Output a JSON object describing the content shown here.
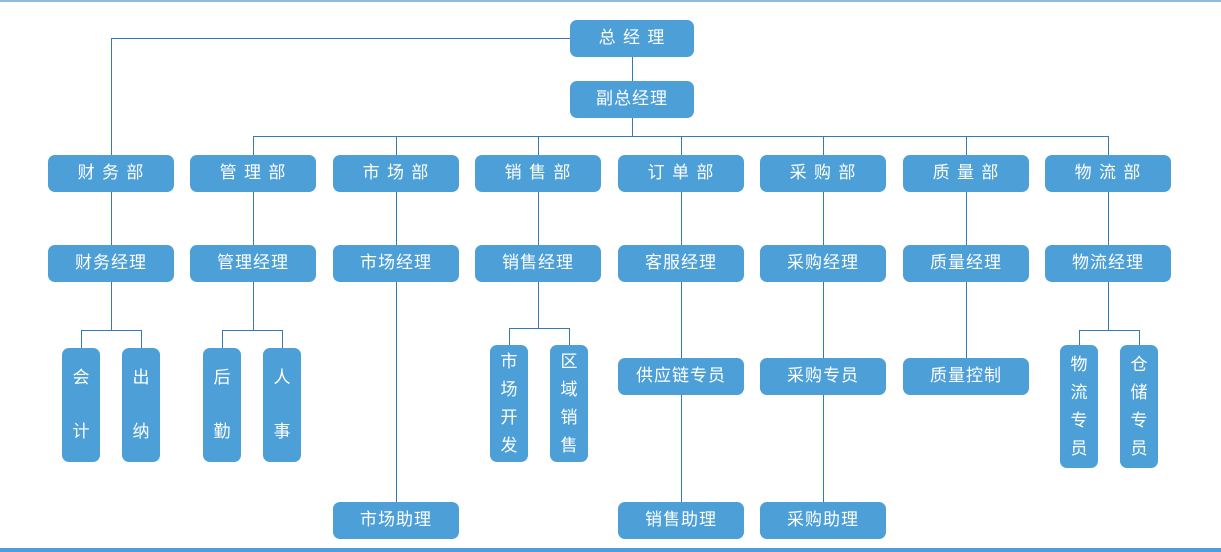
{
  "diagram_type": "organization-chart",
  "colors": {
    "node_fill": "#4C9FD7",
    "node_text": "#FFFFFF",
    "connector": "#3579B8",
    "page_edge": "#4C9FD7",
    "page_edge_light": "#8FBBE0"
  },
  "nodes": {
    "general_manager": "总 经 理",
    "deputy_general_manager": "副总经理",
    "finance_dept": "财 务 部",
    "management_dept": "管 理 部",
    "market_dept": "市 场 部",
    "sales_dept": "销 售 部",
    "order_dept": "订 单 部",
    "procurement_dept": "采 购 部",
    "quality_dept": "质 量 部",
    "logistics_dept": "物 流 部",
    "finance_manager": "财务经理",
    "management_manager": "管理经理",
    "market_manager": "市场经理",
    "sales_manager": "销售经理",
    "customer_service_manager": "客服经理",
    "procurement_manager": "采购经理",
    "quality_manager": "质量经理",
    "logistics_manager": "物流经理",
    "accountant": "会计",
    "cashier": "出纳",
    "back_office": "后勤",
    "hr": "人事",
    "market_development": "市场开发",
    "regional_sales": "区域销售",
    "supply_chain_specialist": "供应链专员",
    "procurement_specialist": "采购专员",
    "quality_control": "质量控制",
    "logistics_specialist": "物流专员",
    "warehouse_specialist": "仓储专员",
    "market_assistant": "市场助理",
    "sales_assistant": "销售助理",
    "procurement_assistant": "采购助理"
  },
  "edges": [
    [
      "general_manager",
      "finance_dept"
    ],
    [
      "general_manager",
      "deputy_general_manager"
    ],
    [
      "deputy_general_manager",
      "management_dept"
    ],
    [
      "deputy_general_manager",
      "market_dept"
    ],
    [
      "deputy_general_manager",
      "sales_dept"
    ],
    [
      "deputy_general_manager",
      "order_dept"
    ],
    [
      "deputy_general_manager",
      "procurement_dept"
    ],
    [
      "deputy_general_manager",
      "quality_dept"
    ],
    [
      "deputy_general_manager",
      "logistics_dept"
    ],
    [
      "finance_dept",
      "finance_manager"
    ],
    [
      "management_dept",
      "management_manager"
    ],
    [
      "market_dept",
      "market_manager"
    ],
    [
      "sales_dept",
      "sales_manager"
    ],
    [
      "order_dept",
      "customer_service_manager"
    ],
    [
      "procurement_dept",
      "procurement_manager"
    ],
    [
      "quality_dept",
      "quality_manager"
    ],
    [
      "logistics_dept",
      "logistics_manager"
    ],
    [
      "finance_manager",
      "accountant"
    ],
    [
      "finance_manager",
      "cashier"
    ],
    [
      "management_manager",
      "back_office"
    ],
    [
      "management_manager",
      "hr"
    ],
    [
      "market_manager",
      "market_assistant"
    ],
    [
      "sales_manager",
      "market_development"
    ],
    [
      "sales_manager",
      "regional_sales"
    ],
    [
      "customer_service_manager",
      "supply_chain_specialist"
    ],
    [
      "supply_chain_specialist",
      "sales_assistant"
    ],
    [
      "procurement_manager",
      "procurement_specialist"
    ],
    [
      "procurement_specialist",
      "procurement_assistant"
    ],
    [
      "quality_manager",
      "quality_control"
    ],
    [
      "logistics_manager",
      "logistics_specialist"
    ],
    [
      "logistics_manager",
      "warehouse_specialist"
    ]
  ]
}
